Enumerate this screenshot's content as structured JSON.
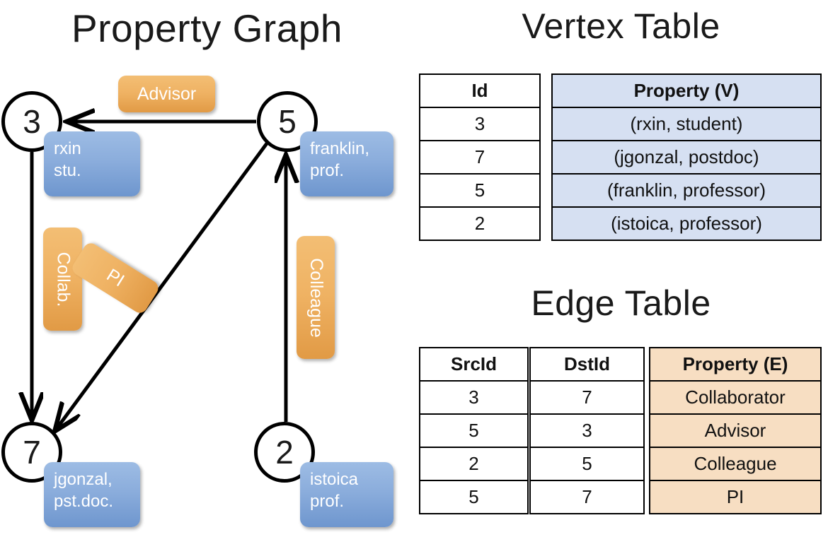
{
  "titles": {
    "property_graph": "Property Graph",
    "vertex_table": "Vertex Table",
    "edge_table": "Edge Table"
  },
  "graph": {
    "nodes": [
      {
        "id": "3",
        "property_lines": "rxin\nstu."
      },
      {
        "id": "5",
        "property_lines": "franklin,\nprof."
      },
      {
        "id": "7",
        "property_lines": "jgonzal,\npst.doc."
      },
      {
        "id": "2",
        "property_lines": "istoica\nprof."
      }
    ],
    "edge_labels": [
      {
        "name": "advisor",
        "text": "Advisor"
      },
      {
        "name": "collab",
        "text": "Collab."
      },
      {
        "name": "pi",
        "text": "PI"
      },
      {
        "name": "colleague",
        "text": "Colleague"
      }
    ],
    "edges": [
      {
        "from": "5",
        "to": "3",
        "label": "Advisor"
      },
      {
        "from": "3",
        "to": "7",
        "label": "Collab."
      },
      {
        "from": "5",
        "to": "7",
        "label": "PI"
      },
      {
        "from": "2",
        "to": "5",
        "label": "Colleague"
      }
    ]
  },
  "vertex_table": {
    "headers": {
      "id": "Id",
      "property": "Property (V)"
    },
    "rows": [
      {
        "id": "3",
        "property": "(rxin, student)"
      },
      {
        "id": "7",
        "property": "(jgonzal, postdoc)"
      },
      {
        "id": "5",
        "property": "(franklin, professor)"
      },
      {
        "id": "2",
        "property": "(istoica, professor)"
      }
    ]
  },
  "edge_table": {
    "headers": {
      "src": "SrcId",
      "dst": "DstId",
      "property": "Property (E)"
    },
    "rows": [
      {
        "src": "3",
        "dst": "7",
        "property": "Collaborator"
      },
      {
        "src": "5",
        "dst": "3",
        "property": "Advisor"
      },
      {
        "src": "2",
        "dst": "5",
        "property": "Colleague"
      },
      {
        "src": "5",
        "dst": "7",
        "property": "PI"
      }
    ]
  },
  "colors": {
    "vertex_property_cell": "#D6E0F2",
    "edge_property_cell": "#F7DEC2",
    "node_property_box": "#8BADDC",
    "edge_label_box": "#EFB263",
    "border": "#000000"
  }
}
